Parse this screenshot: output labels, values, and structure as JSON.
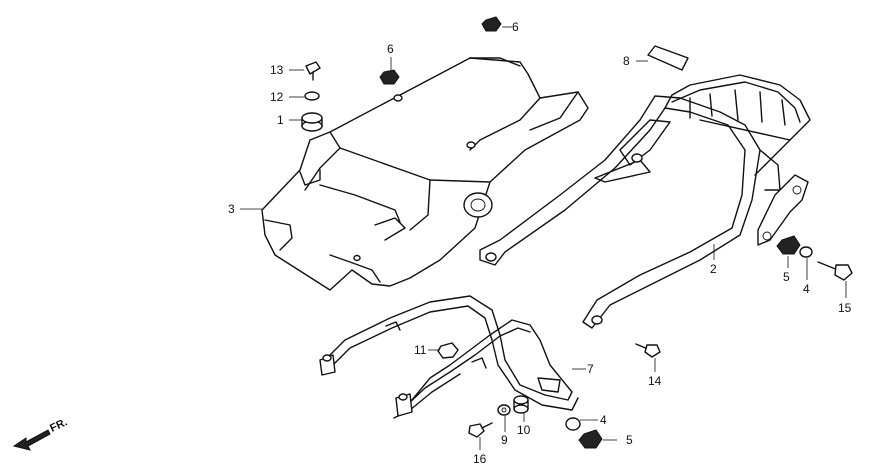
{
  "diagram": {
    "parts": [
      {
        "id": "1"
      },
      {
        "id": "2"
      },
      {
        "id": "3"
      },
      {
        "id": "4"
      },
      {
        "id": "5"
      },
      {
        "id": "6"
      },
      {
        "id": "7"
      },
      {
        "id": "8"
      },
      {
        "id": "9"
      },
      {
        "id": "10"
      },
      {
        "id": "11"
      },
      {
        "id": "12"
      },
      {
        "id": "13"
      },
      {
        "id": "14"
      },
      {
        "id": "15"
      },
      {
        "id": "16"
      }
    ],
    "labels": {
      "l1": "1",
      "l2": "2",
      "l3": "3",
      "l4a": "4",
      "l4b": "4",
      "l5a": "5",
      "l5b": "5",
      "l6a": "6",
      "l6b": "6",
      "l7": "7",
      "l8": "8",
      "l9": "9",
      "l10": "10",
      "l11": "11",
      "l12": "12",
      "l13": "13",
      "l14": "14",
      "l15": "15",
      "l16": "16"
    },
    "direction_arrow": "FR."
  }
}
